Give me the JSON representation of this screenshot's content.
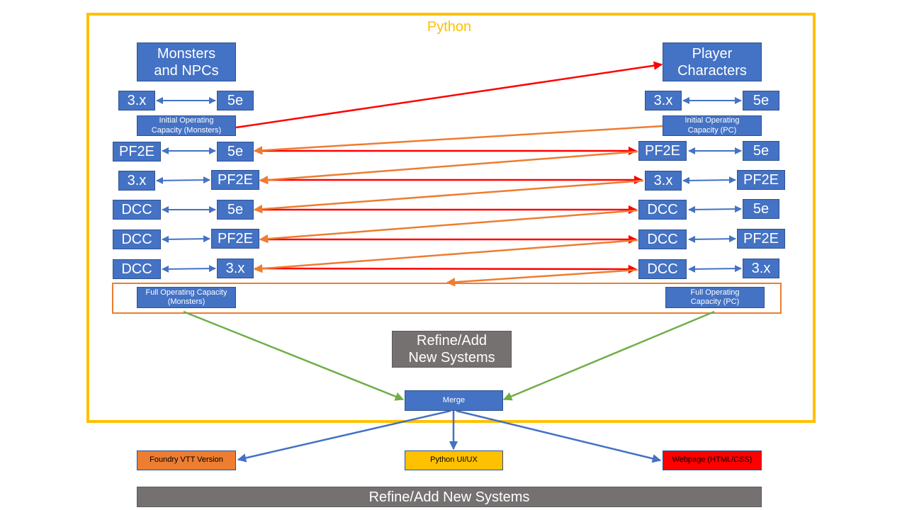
{
  "python_label": "Python",
  "colors": {
    "python_frame": "#ffc000",
    "box_blue": "#4472c4",
    "box_gray": "#767171",
    "arrow_blue": "#4472c4",
    "arrow_red": "#ff0000",
    "arrow_orange": "#ed7d31",
    "arrow_green": "#70ad47"
  },
  "monsters": {
    "title": "Monsters and NPCs",
    "ioc": "Initial Operating Capacity (Monsters)",
    "foc": "Full Operating Capacity (Monsters)",
    "pairs": [
      {
        "left": "3.x",
        "right": "5e"
      },
      {
        "left": "PF2E",
        "right": "5e"
      },
      {
        "left": "3.x",
        "right": "PF2E"
      },
      {
        "left": "DCC",
        "right": "5e"
      },
      {
        "left": "DCC",
        "right": "PF2E"
      },
      {
        "left": "DCC",
        "right": "3.x"
      }
    ]
  },
  "players": {
    "title": "Player Characters",
    "ioc": "Initial Operating Capacity (PC)",
    "foc": "Full Operating Capacity (PC)",
    "pairs": [
      {
        "left": "3.x",
        "right": "5e"
      },
      {
        "left": "PF2E",
        "right": "5e"
      },
      {
        "left": "3.x",
        "right": "PF2E"
      },
      {
        "left": "DCC",
        "right": "5e"
      },
      {
        "left": "DCC",
        "right": "PF2E"
      },
      {
        "left": "DCC",
        "right": "3.x"
      }
    ]
  },
  "refine_inner": "Refine/Add New Systems",
  "merge": "Merge",
  "outputs": {
    "foundry": "Foundry VTT Version",
    "python_ui": "Python UI/UX",
    "webpage": "Webpage (HTML/CSS)"
  },
  "refine_bottom": "Refine/Add New Systems"
}
